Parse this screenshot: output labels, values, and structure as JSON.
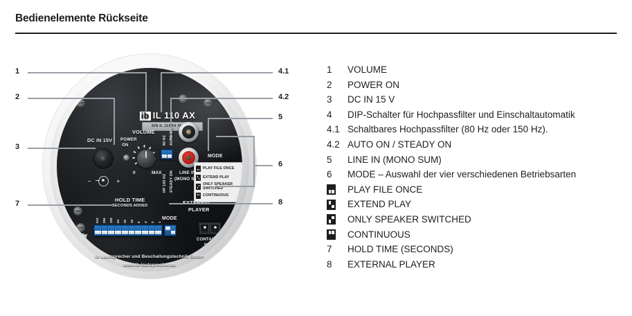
{
  "header": {
    "title": "Bedienelemente Rückseite"
  },
  "legend": {
    "items": [
      {
        "num": "1",
        "label": "VOLUME",
        "icon": null
      },
      {
        "num": "2",
        "label": "POWER ON",
        "icon": null
      },
      {
        "num": "3",
        "label": "DC IN 15 V",
        "icon": null
      },
      {
        "num": "4",
        "label": "DIP-Schalter für Hochpassfilter und Einschaltautomatik",
        "icon": null
      },
      {
        "num": "4.1",
        "label": "Schaltbares Hochpassfilter (80 Hz oder 150 Hz).",
        "icon": null
      },
      {
        "num": "4.2",
        "label": "AUTO ON / STEADY ON",
        "icon": null
      },
      {
        "num": "5",
        "label": "LINE IN (MONO SUM)",
        "icon": null
      },
      {
        "num": "6",
        "label": "MODE – Auswahl der vier verschiedenen Betriebsarten",
        "icon": null
      },
      {
        "num": "",
        "label": "PLAY FILE ONCE",
        "icon": "dip-icon-play-file-once"
      },
      {
        "num": "",
        "label": "EXTEND PLAY",
        "icon": "dip-icon-extend-play"
      },
      {
        "num": "",
        "label": "ONLY SPEAKER SWITCHED",
        "icon": "dip-icon-only-speaker-switched"
      },
      {
        "num": "",
        "label": "CONTINUOUS",
        "icon": "dip-icon-continuous"
      },
      {
        "num": "7",
        "label": "HOLD TIME (SECONDS)",
        "icon": null
      },
      {
        "num": "8",
        "label": "EXTERNAL PLAYER",
        "icon": null
      }
    ]
  },
  "callouts": {
    "left": [
      "1",
      "2",
      "3",
      "7"
    ],
    "right": [
      "4.1",
      "4.2",
      "5",
      "6",
      "8"
    ]
  },
  "device": {
    "brand_mark": "ib",
    "model": "IL 110 AX",
    "serial_label": "S/N IL 110AX 00 02 11",
    "dc_in_label": "DC IN 15V",
    "power_label_line1": "POWER",
    "power_label_line2": "ON",
    "volume_label": "VOLUME",
    "volume_min": "0",
    "volume_max": "MAX",
    "filter_labels": {
      "top_left": "80 HZ",
      "top_right": "AUTO ON",
      "bottom_left": "HP 150 HZ",
      "bottom_right": "STEADY ON"
    },
    "line_in_line1": "LINE IN",
    "line_in_line2": "(MONO SUM)",
    "external_line1": "EXTERNAL",
    "external_line2": "PLAYER",
    "mode_label": "MODE",
    "mode_box_title": "MODE",
    "mode_box_rows": [
      {
        "label": "PLAY FILE ONCE",
        "icon": "dip-icon-play-file-once"
      },
      {
        "label": "EXTEND PLAY",
        "icon": "dip-icon-extend-play"
      },
      {
        "label_line1": "ONLY SPEAKER",
        "label_line2": "SWITCHED",
        "icon": "dip-icon-only-speaker-switched"
      },
      {
        "label": "CONTINUOUS",
        "icon": "dip-icon-continuous"
      }
    ],
    "hold_time_line1": "HOLD TIME",
    "hold_time_line2": "SECONDS ADDED",
    "hold_time_values": [
      "512",
      "256",
      "128",
      "64",
      "32",
      "16",
      "8",
      "4",
      "2",
      "1"
    ],
    "contact_line1": "CONTACT",
    "contact_line2": "N/O",
    "ce_mark": "CE",
    "footer_line1": "ib Lautsprecher und Beschallungstechnik GmbH",
    "footer_line2": "www.ib-lautsprecher.de"
  },
  "colors": {
    "ink": "#1d1d1b",
    "leader": "#9a9ea6",
    "plate": "#121417",
    "rim": "#f4f4f4",
    "dip_blue": "#1668b5",
    "rca_red": "#b01e18"
  }
}
